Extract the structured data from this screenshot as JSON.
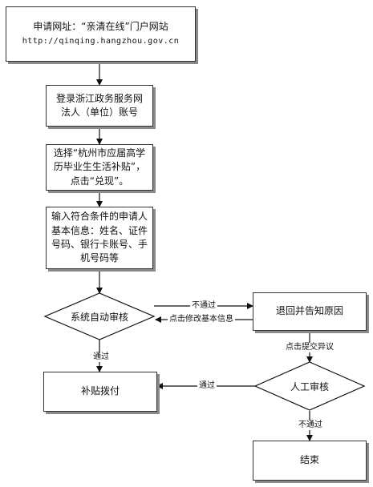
{
  "nodes": {
    "portal": {
      "line1": "申请网址：“亲清在线”门户网站",
      "line2": "http://qinqing.hangzhou.gov.cn"
    },
    "login": {
      "line1": "登录浙江政务服务网",
      "line2": "法人（单位）账号"
    },
    "select": {
      "line1": "选择“杭州市应届高学",
      "line2": "历毕业生生活补贴”，",
      "line3": "点击“兑现”。"
    },
    "input": {
      "line1": "输入符合条件的申请人",
      "line2": "基本信息：姓名、证件",
      "line3": "号码、银行卡账号、手",
      "line4": "机号码等"
    },
    "auto_review": "系统自动审核",
    "rejected_notice": "退回并告知原因",
    "manual_review": "人工审核",
    "subsidy_paid": "补贴拨付",
    "end": "结束"
  },
  "edges": {
    "auto_fail": "不通过",
    "modify_info": "点击修改基本信息",
    "auto_pass": "通过",
    "submit_objection": "点击提交异议",
    "manual_pass": "通过",
    "manual_fail": "不通过"
  }
}
